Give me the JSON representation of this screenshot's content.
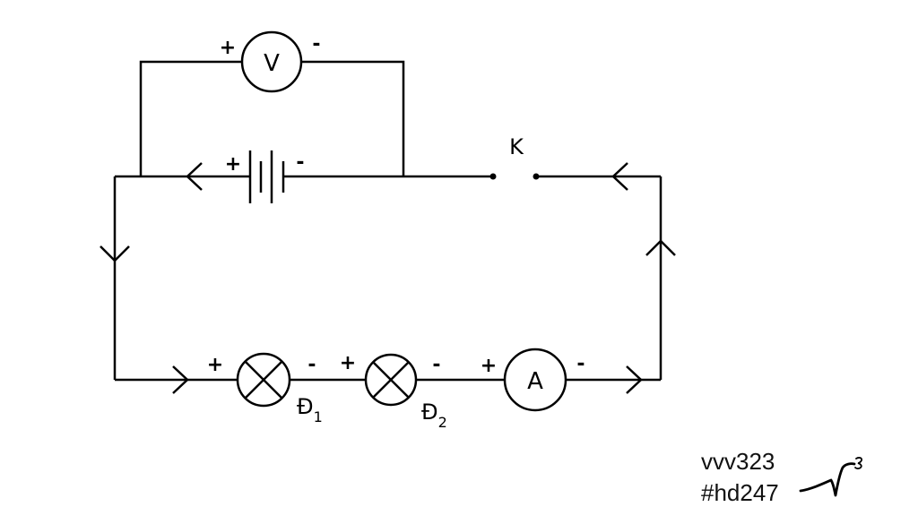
{
  "labels": {
    "voltmeter": "V",
    "ammeter": "A",
    "switch": "K",
    "lamp1": "Đ",
    "lamp1_sub": "1",
    "lamp2": "Đ",
    "lamp2_sub": "2",
    "plus": "+",
    "minus": "-"
  },
  "watermark": {
    "line1": "vvv323",
    "line2": "#hd247"
  }
}
